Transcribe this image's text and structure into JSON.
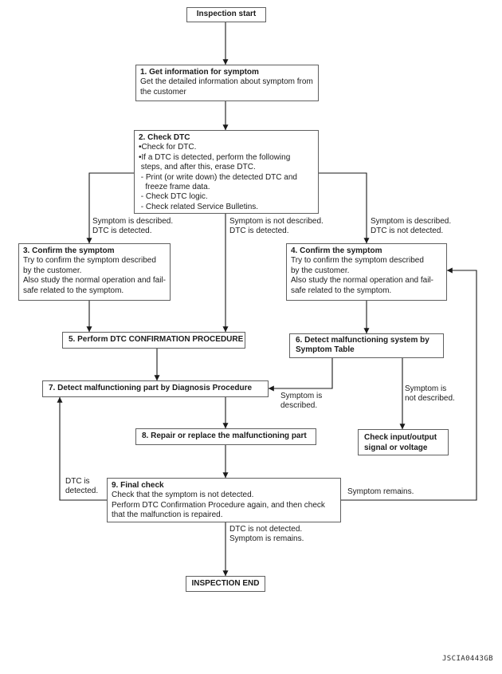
{
  "figure_code": "JSCIA0443GB",
  "colors": {
    "background": "#ffffff",
    "box_border": "#606060",
    "line": "#1a1a1a",
    "text": "#1b1b1b"
  },
  "nodes": {
    "start": {
      "label": "Inspection start"
    },
    "step1": {
      "title": "1. Get information for symptom",
      "body": "Get the detailed information about symptom from\nthe customer"
    },
    "step2": {
      "title": "2. Check DTC",
      "body": "•Check for DTC.\n•If a DTC is detected, perform the following\n steps, and after this, erase DTC.\n - Print (or write down) the detected DTC and\n   freeze frame data.\n - Check DTC logic.\n - Check related Service Bulletins."
    },
    "step3": {
      "title": "3. Confirm the symptom",
      "body": "Try to confirm the symptom described\nby the customer.\nAlso study the normal operation and fail-\nsafe related to the symptom."
    },
    "step4": {
      "title": "4. Confirm the symptom",
      "body": "Try to confirm the symptom described\nby the customer.\nAlso study the normal operation and fail-\nsafe related to the symptom."
    },
    "step5": {
      "title": "5. Perform DTC CONFIRMATION PROCEDURE"
    },
    "step6": {
      "title": "6. Detect malfunctioning system by\nSymptom Table"
    },
    "step7": {
      "title": "7. Detect malfunctioning part by Diagnosis Procedure"
    },
    "step8": {
      "title": "8. Repair or replace the malfunctioning part"
    },
    "step9": {
      "title": "9. Final check",
      "body": "Check that the symptom is not detected.\nPerform DTC Confirmation Procedure again, and then check\nthat the malfunction is repaired."
    },
    "check_io": {
      "title": "Check input/output\nsignal or voltage"
    },
    "end": {
      "label": "INSPECTION END"
    }
  },
  "edge_labels": {
    "symptom_described_dtc_detected": "Symptom is described.\nDTC is detected.",
    "symptom_not_described_dtc_detected": "Symptom is not described.\nDTC is detected.",
    "symptom_described_dtc_not_detected": "Symptom is described.\nDTC is not detected.",
    "symptom_is_described": "Symptom is\ndescribed.",
    "symptom_is_not_described": "Symptom is\nnot described.",
    "dtc_is_detected": "DTC is\ndetected.",
    "symptom_remains": "Symptom remains.",
    "dtc_not_detected_symptom_remains": "DTC is not detected.\nSymptom is remains."
  }
}
